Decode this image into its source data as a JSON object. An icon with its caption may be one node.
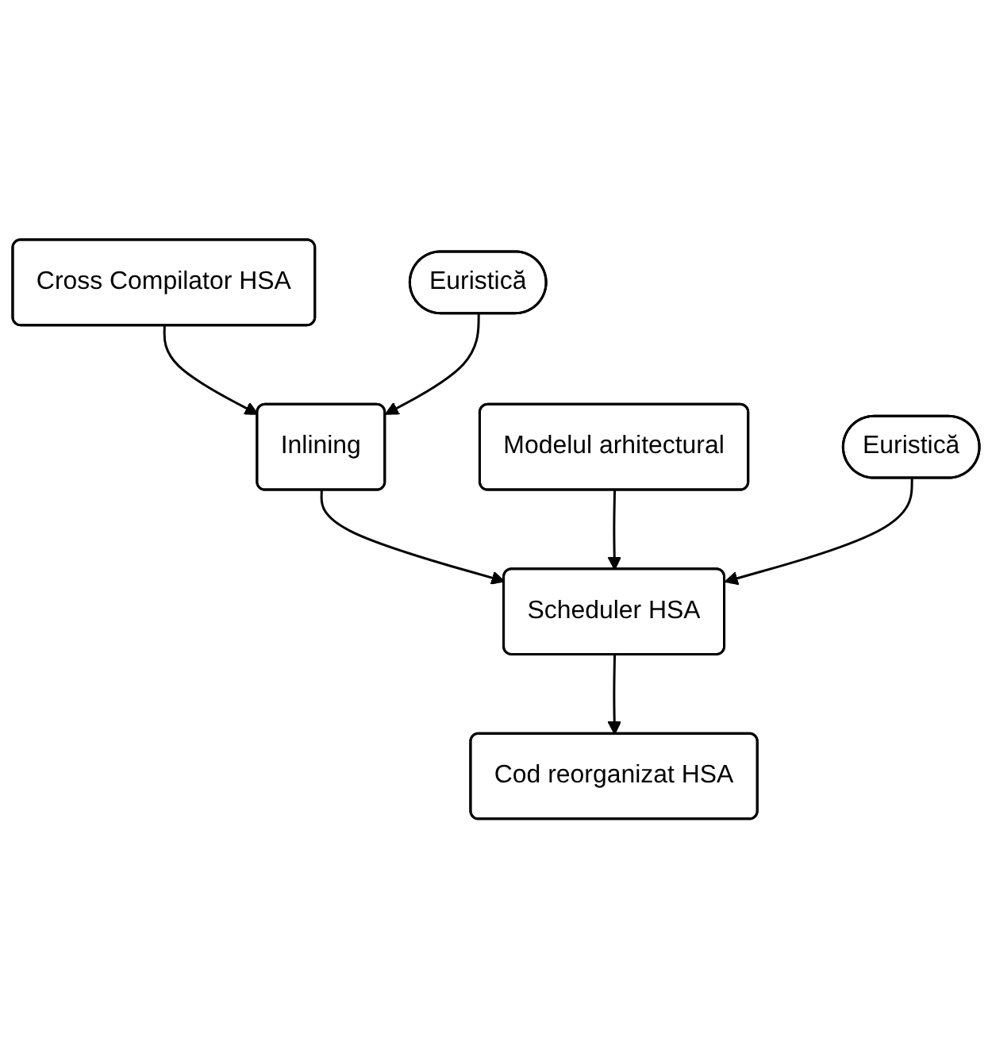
{
  "diagram": {
    "nodes": [
      {
        "text": [
          "Cross Compilator HSA"
        ]
      },
      {
        "text": [
          "Inlining"
        ]
      },
      {
        "text": [
          "Euristică"
        ]
      },
      {
        "text": [
          "Modelul arhitectural"
        ]
      },
      {
        "text": [
          "Scheduler HSA"
        ]
      },
      {
        "text": [
          "Euristică"
        ]
      },
      {
        "text": [
          "Cod reorganizat HSA"
        ]
      }
    ],
    "edges": [
      {
        "from": 0,
        "to": 1,
        "arrow": "to"
      },
      {
        "from": 2,
        "to": 1,
        "arrow": "to"
      },
      {
        "from": 1,
        "to": 4,
        "arrow": "to"
      },
      {
        "from": 3,
        "to": 4,
        "arrow": "to"
      },
      {
        "from": 5,
        "to": 4,
        "arrow": "to"
      },
      {
        "from": 4,
        "to": 6,
        "arrow": "to"
      }
    ]
  }
}
